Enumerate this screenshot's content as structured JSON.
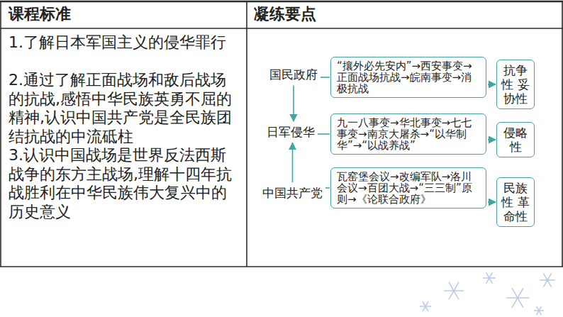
{
  "diagram": {
    "nodes": [
      {
        "text": [
          "国民政府"
        ]
      },
      {
        "text": [
          "“攘外必先安内”→西安事变→正面战场抗战→皖南事变→消极抗战"
        ]
      },
      {
        "text": [
          "抗争性 妥协性"
        ]
      },
      {
        "text": [
          "日军侵华"
        ]
      },
      {
        "text": [
          "九一八事变→华北事变→七七事变→南京大屠杀→“以华制华”→“以战养战”"
        ]
      },
      {
        "text": [
          "侵略性"
        ]
      },
      {
        "text": [
          "中国共产党"
        ]
      },
      {
        "text": [
          "瓦窑堡会议→改编军队→洛川会议→百团大战→“三三制”原则→《论联合政府》"
        ]
      },
      {
        "text": [
          "民族性 革命性"
        ]
      }
    ],
    "edges": [
      {
        "from": 0,
        "to": 1,
        "arrow": "none"
      },
      {
        "from": 1,
        "to": 2,
        "arrow": "to"
      },
      {
        "from": 0,
        "to": 3,
        "arrow": "to"
      },
      {
        "from": 6,
        "to": 3,
        "arrow": "to"
      },
      {
        "from": 3,
        "to": 4,
        "arrow": "none"
      },
      {
        "from": 4,
        "to": 5,
        "arrow": "to"
      },
      {
        "from": 6,
        "to": 7,
        "arrow": "none"
      },
      {
        "from": 7,
        "to": 8,
        "arrow": "to"
      }
    ],
    "labels": [
      "课程标准",
      "凝练要点",
      "1.了解日本军国主义的侵华罪行",
      "2.通过了解正面战场和敌后战场的抗战,感悟中华民族英勇不屈的精神,认识中国共产党是全民族团结抗战的中流砥柱",
      "3.认识中国战场是世界反法西斯战争的东方主战场,理解十四年抗战胜利在中华民族伟大复兴中的历史意义"
    ]
  }
}
